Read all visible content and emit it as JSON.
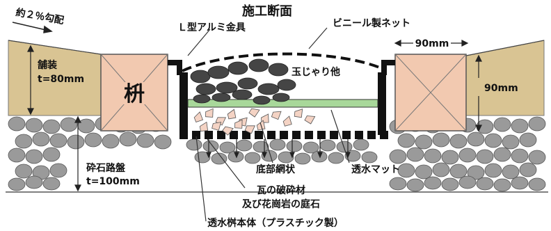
{
  "title": "施工断面",
  "labels": {
    "slope": "約２％勾配",
    "l_bracket": "Ｌ型アルミ金具",
    "vinyl_net": "ビニール製ネット",
    "dim_90_h": "90mm",
    "dim_90_v": "90mm",
    "pavement_name": "舗装",
    "pavement_t": "t=80mm",
    "basin": "枡",
    "gravel": "玉じゃり他",
    "base_name": "砕石路盤",
    "base_t": "t=100mm",
    "bottom_mesh": "底部網状",
    "permeable_mat": "透水マット",
    "tile_line1": "瓦の破砕材",
    "tile_line2": "及び花崗岩の庭石",
    "body_label": "透水桝本体（プラスチック製）"
  },
  "colors": {
    "pavement": "#d9c493",
    "basin": "#f2c9b0",
    "mat": "#a8d89a",
    "stone": "#9a9a9a",
    "dark_stone": "#454545"
  }
}
